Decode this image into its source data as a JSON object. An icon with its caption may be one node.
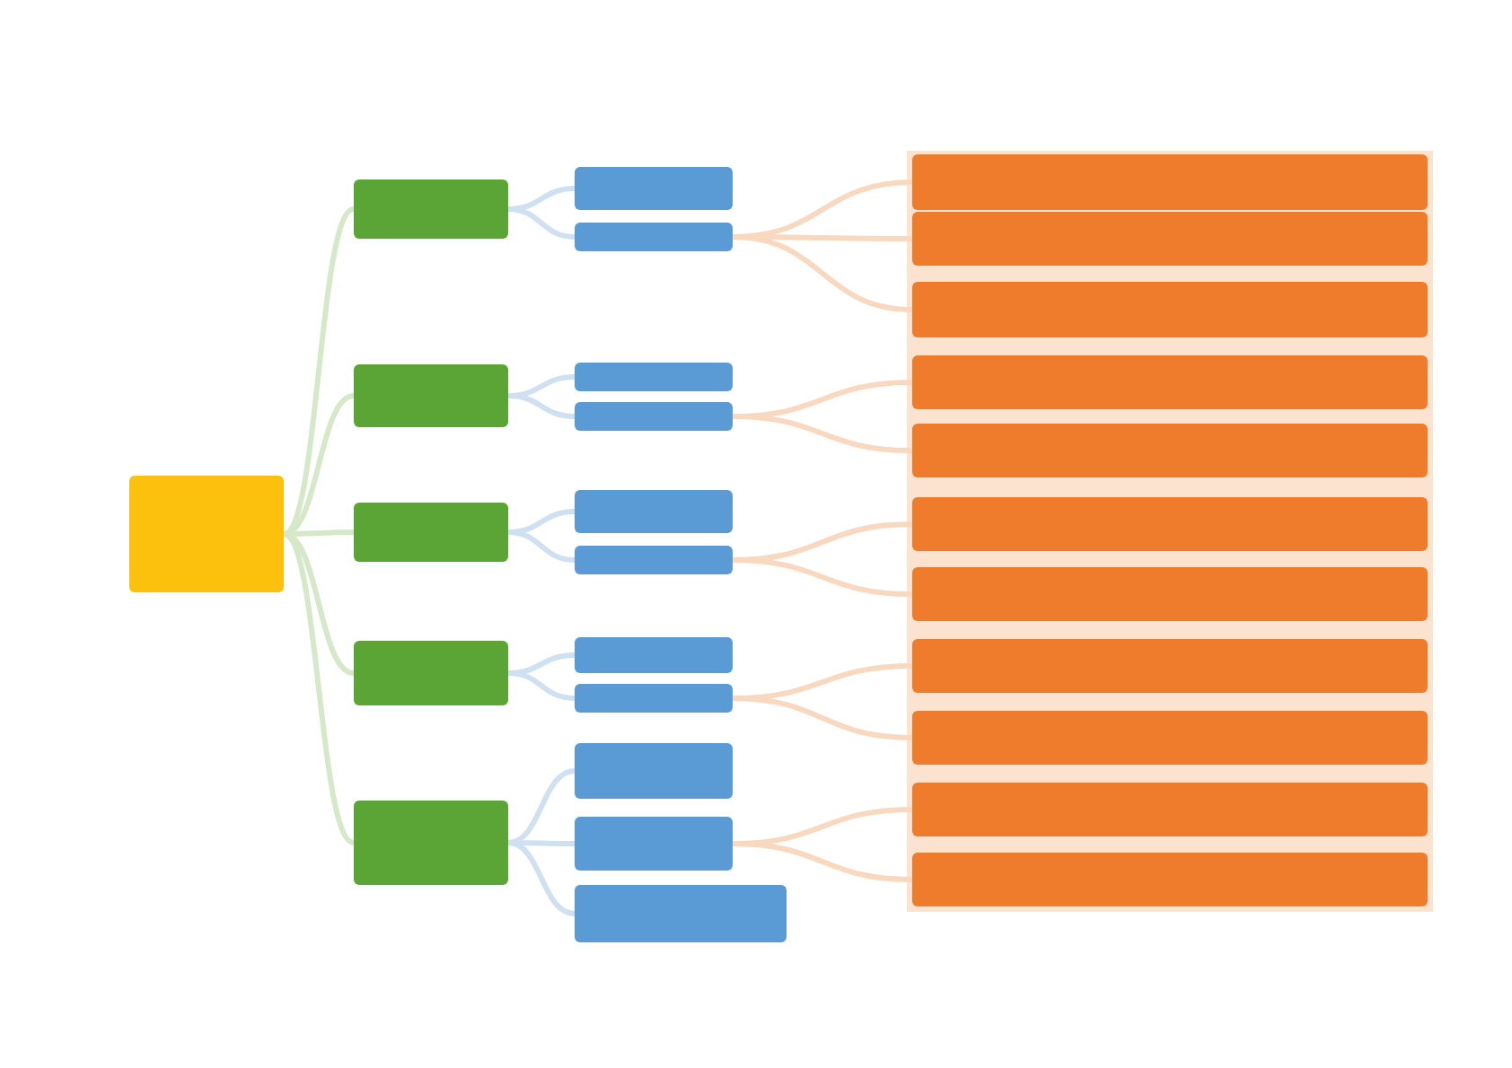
{
  "diagram": {
    "nodes": [
      {
        "text": [],
        "shape": "box"
      },
      {
        "text": [],
        "shape": "box"
      },
      {
        "text": [],
        "shape": "box"
      },
      {
        "text": [],
        "shape": "box"
      },
      {
        "text": [],
        "shape": "box"
      },
      {
        "text": [],
        "shape": "box"
      },
      {
        "text": [],
        "shape": "box"
      },
      {
        "text": [],
        "shape": "box"
      },
      {
        "text": [],
        "shape": "box"
      },
      {
        "text": [],
        "shape": "box"
      },
      {
        "text": [],
        "shape": "box"
      },
      {
        "text": [],
        "shape": "box"
      },
      {
        "text": [],
        "shape": "box"
      },
      {
        "text": [],
        "shape": "box"
      },
      {
        "text": [],
        "shape": "box"
      },
      {
        "text": [],
        "shape": "box"
      },
      {
        "text": [],
        "shape": "box"
      },
      {
        "text": [],
        "shape": "box"
      },
      {
        "text": [],
        "shape": "box"
      },
      {
        "text": [],
        "shape": "box"
      },
      {
        "text": [],
        "shape": "box"
      },
      {
        "text": [],
        "shape": "box"
      },
      {
        "text": [],
        "shape": "box"
      },
      {
        "text": [],
        "shape": "box"
      },
      {
        "text": [],
        "shape": "box"
      },
      {
        "text": [],
        "shape": "box"
      },
      {
        "text": [],
        "shape": "box"
      },
      {
        "text": [],
        "shape": "box"
      }
    ],
    "edges": [
      {
        "from": 0,
        "to": 1,
        "arrow": "none",
        "color": "#d5e8c8"
      },
      {
        "from": 0,
        "to": 7,
        "arrow": "none",
        "color": "#d5e8c8"
      },
      {
        "from": 0,
        "to": 12,
        "arrow": "none",
        "color": "#d5e8c8"
      },
      {
        "from": 0,
        "to": 17,
        "arrow": "none",
        "color": "#d5e8c8"
      },
      {
        "from": 0,
        "to": 22,
        "arrow": "none",
        "color": "#d5e8c8"
      },
      {
        "from": 1,
        "to": 2,
        "arrow": "none",
        "color": "#cfe0f1"
      },
      {
        "from": 1,
        "to": 3,
        "arrow": "none",
        "color": "#cfe0f1"
      },
      {
        "from": 7,
        "to": 8,
        "arrow": "none",
        "color": "#cfe0f1"
      },
      {
        "from": 7,
        "to": 9,
        "arrow": "none",
        "color": "#cfe0f1"
      },
      {
        "from": 12,
        "to": 13,
        "arrow": "none",
        "color": "#cfe0f1"
      },
      {
        "from": 12,
        "to": 14,
        "arrow": "none",
        "color": "#cfe0f1"
      },
      {
        "from": 17,
        "to": 18,
        "arrow": "none",
        "color": "#cfe0f1"
      },
      {
        "from": 17,
        "to": 19,
        "arrow": "none",
        "color": "#cfe0f1"
      },
      {
        "from": 22,
        "to": 23,
        "arrow": "none",
        "color": "#cfe0f1"
      },
      {
        "from": 22,
        "to": 24,
        "arrow": "none",
        "color": "#cfe0f1"
      },
      {
        "from": 22,
        "to": 25,
        "arrow": "none",
        "color": "#cfe0f1"
      },
      {
        "from": 3,
        "to": 4,
        "arrow": "none",
        "color": "#f8d9bf"
      },
      {
        "from": 3,
        "to": 5,
        "arrow": "none",
        "color": "#f8d9bf"
      },
      {
        "from": 3,
        "to": 6,
        "arrow": "none",
        "color": "#f8d9bf"
      },
      {
        "from": 9,
        "to": 10,
        "arrow": "none",
        "color": "#f8d9bf"
      },
      {
        "from": 9,
        "to": 11,
        "arrow": "none",
        "color": "#f8d9bf"
      },
      {
        "from": 14,
        "to": 15,
        "arrow": "none",
        "color": "#f8d9bf"
      },
      {
        "from": 14,
        "to": 16,
        "arrow": "none",
        "color": "#f8d9bf"
      },
      {
        "from": 19,
        "to": 20,
        "arrow": "none",
        "color": "#f8d9bf"
      },
      {
        "from": 19,
        "to": 21,
        "arrow": "none",
        "color": "#f8d9bf"
      },
      {
        "from": 24,
        "to": 26,
        "arrow": "none",
        "color": "#f8d9bf"
      },
      {
        "from": 24,
        "to": 27,
        "arrow": "none",
        "color": "#f8d9bf"
      }
    ]
  }
}
